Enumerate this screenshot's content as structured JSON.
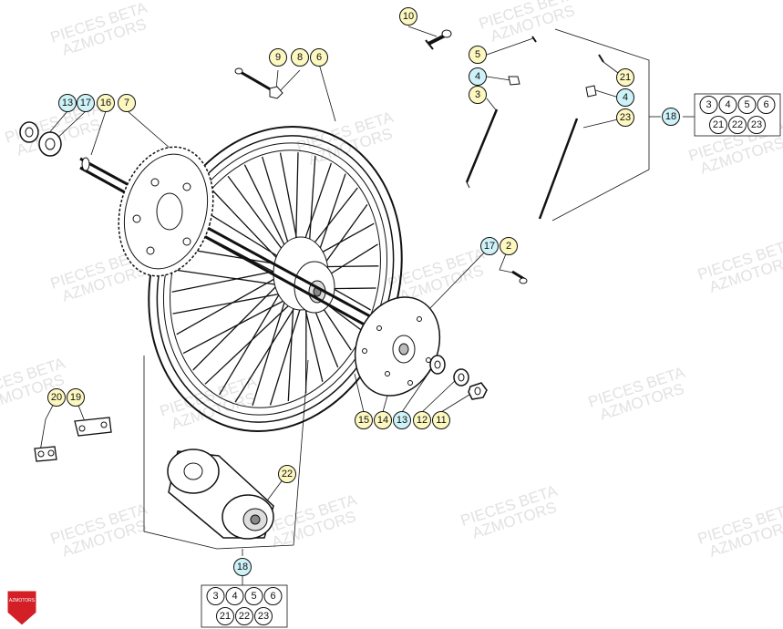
{
  "colors": {
    "yellow_callout": "#fdf7c0",
    "blue_callout": "#cdf2f8",
    "line": "#111111",
    "watermark": "#e2e2e2",
    "logo": "#d32027"
  },
  "watermark": {
    "line1": "PIECES BETA",
    "line2": "AZMOTORS"
  },
  "logo": {
    "text": "AZMOTORS"
  },
  "callouts": [
    {
      "id": "c10",
      "label": "10",
      "style": "yellow"
    },
    {
      "id": "c9",
      "label": "9",
      "style": "yellow"
    },
    {
      "id": "c8",
      "label": "8",
      "style": "yellow"
    },
    {
      "id": "c6",
      "label": "6",
      "style": "yellow"
    },
    {
      "id": "c13a",
      "label": "13",
      "style": "blue"
    },
    {
      "id": "c17a",
      "label": "17",
      "style": "blue"
    },
    {
      "id": "c16",
      "label": "16",
      "style": "yellow"
    },
    {
      "id": "c7",
      "label": "7",
      "style": "yellow"
    },
    {
      "id": "c5",
      "label": "5",
      "style": "yellow"
    },
    {
      "id": "c4a",
      "label": "4",
      "style": "blue"
    },
    {
      "id": "c3",
      "label": "3",
      "style": "yellow"
    },
    {
      "id": "c21",
      "label": "21",
      "style": "yellow"
    },
    {
      "id": "c4b",
      "label": "4",
      "style": "blue"
    },
    {
      "id": "c23",
      "label": "23",
      "style": "yellow"
    },
    {
      "id": "c18a",
      "label": "18",
      "style": "blue"
    },
    {
      "id": "c17b",
      "label": "17",
      "style": "blue"
    },
    {
      "id": "c2",
      "label": "2",
      "style": "yellow"
    },
    {
      "id": "c15",
      "label": "15",
      "style": "yellow"
    },
    {
      "id": "c14",
      "label": "14",
      "style": "yellow"
    },
    {
      "id": "c13b",
      "label": "13",
      "style": "blue"
    },
    {
      "id": "c12",
      "label": "12",
      "style": "yellow"
    },
    {
      "id": "c11",
      "label": "11",
      "style": "yellow"
    },
    {
      "id": "c20",
      "label": "20",
      "style": "yellow"
    },
    {
      "id": "c19",
      "label": "19",
      "style": "yellow"
    },
    {
      "id": "c22",
      "label": "22",
      "style": "yellow"
    },
    {
      "id": "c18b",
      "label": "18",
      "style": "blue"
    }
  ],
  "kit_boxes": [
    {
      "id": "kit-right",
      "rows": [
        [
          "3",
          "4",
          "5",
          "6"
        ],
        [
          "21",
          "22",
          "23"
        ]
      ]
    },
    {
      "id": "kit-bottom",
      "rows": [
        [
          "3",
          "4",
          "5",
          "6"
        ],
        [
          "21",
          "22",
          "23"
        ]
      ]
    }
  ]
}
